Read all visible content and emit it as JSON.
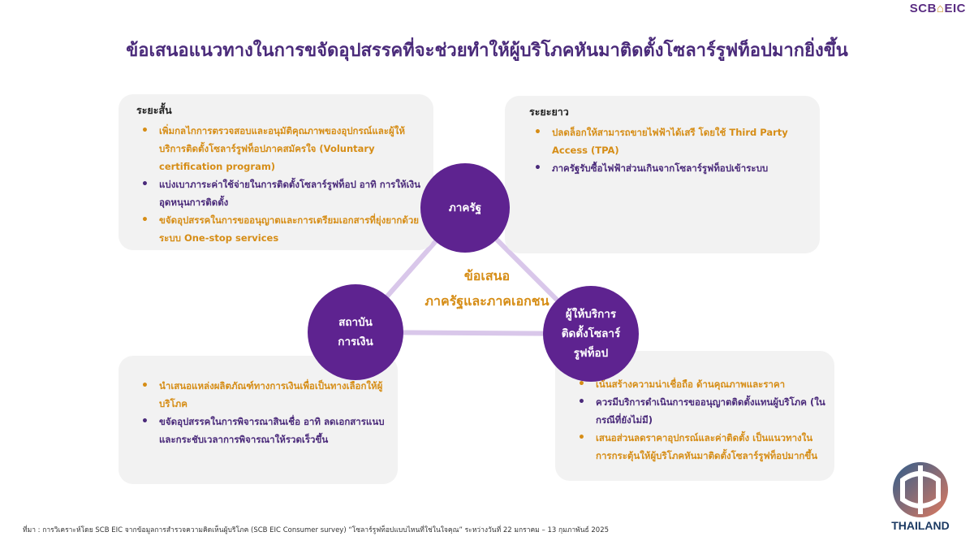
{
  "brand": {
    "prefix": "SCB",
    "suffix": "EIC",
    "house_glyph": "⌂"
  },
  "title": "ข้อเสนอแนวทางในการขจัดอุปสรรคที่จะช่วยทำให้ผู้บริโภคหันมาติดตั้งโซลาร์รูฟท็อปมากยิ่งขึ้น",
  "short_term": {
    "heading": "ระยะสั้น",
    "items": [
      {
        "text": "เพิ่มกลไกการตรวจสอบและอนุมัติคุณภาพของอุปกรณ์และผู้ให้บริการติดตั้งโซลาร์รูฟท็อปภาคสมัครใจ (Voluntary certification program)",
        "color": "orange"
      },
      {
        "text": "แบ่งเบาภาระค่าใช้จ่ายในการติดตั้งโซลาร์รูฟท็อป อาทิ การให้เงินอุดหนุนการติดตั้ง",
        "color": "purple"
      },
      {
        "text": "ขจัดอุปสรรคในการขออนุญาตและการเตรียมเอกสารที่ยุ่งยากด้วยระบบ One-stop services",
        "color": "orange"
      }
    ]
  },
  "long_term": {
    "heading": "ระยะยาว",
    "items": [
      {
        "text": "ปลดล็อกให้สามารถขายไฟฟ้าได้เสรี โดยใช้ Third Party Access (TPA)",
        "color": "orange"
      },
      {
        "text": "ภาครัฐรับซื้อไฟฟ้าส่วนเกินจากโซลาร์รูฟท็อปเข้าระบบ",
        "color": "purple"
      }
    ]
  },
  "finance_card": {
    "items": [
      {
        "text": "นำเสนอแหล่งผลิตภัณฑ์ทางการเงินเพื่อเป็นทางเลือกให้ผู้บริโภค",
        "color": "orange"
      },
      {
        "text": "ขจัดอุปสรรคในการพิจารณาสินเชื่อ อาทิ ลดเอกสารแนบและกระชับเวลาการพิจารณาให้รวดเร็วขึ้น",
        "color": "purple"
      }
    ]
  },
  "installer_card": {
    "items": [
      {
        "text": "เน้นสร้างความน่าเชื่อถือ ด้านคุณภาพและราคา",
        "color": "orange"
      },
      {
        "text": "ควรมีบริการดำเนินการขออนุญาตติดตั้งแทนผู้บริโภค (ในกรณีที่ยังไม่มี)",
        "color": "purple"
      },
      {
        "text": "เสนอส่วนลดราคาอุปกรณ์และค่าติดตั้ง เป็นแนวทางในการกระตุ้นให้ผู้บริโภคหันมาติดตั้งโซลาร์รูฟท็อปมากขึ้น",
        "color": "orange"
      }
    ]
  },
  "circles": {
    "government": "ภาครัฐ",
    "finance": "สถาบัน\nการเงิน",
    "installer": "ผู้ให้บริการ\nติดตั้งโซลาร์\nรูฟท็อป"
  },
  "center": {
    "line1": "ข้อเสนอ",
    "line2": "ภาครัฐและภาคเอกชน"
  },
  "footnote": "ที่มา : การวิเคราะห์โดย SCB EIC จากข้อมูลการสำรวจความคิดเห็นผู้บริโภค (SCB EIC Consumer survey) “โซลาร์รูฟท็อปแบบไหนที่ใช่ในใจคุณ” ระหว่างวันที่ 22 มกราคม – 13 กุมภาพันธ์ 2025",
  "badge": {
    "word": "THAILAND"
  },
  "colors": {
    "purple": "#5e2390",
    "title": "#4a2a7a",
    "orange": "#d68d16",
    "card": "#f2f2f2"
  },
  "bullet_glyph": "•"
}
